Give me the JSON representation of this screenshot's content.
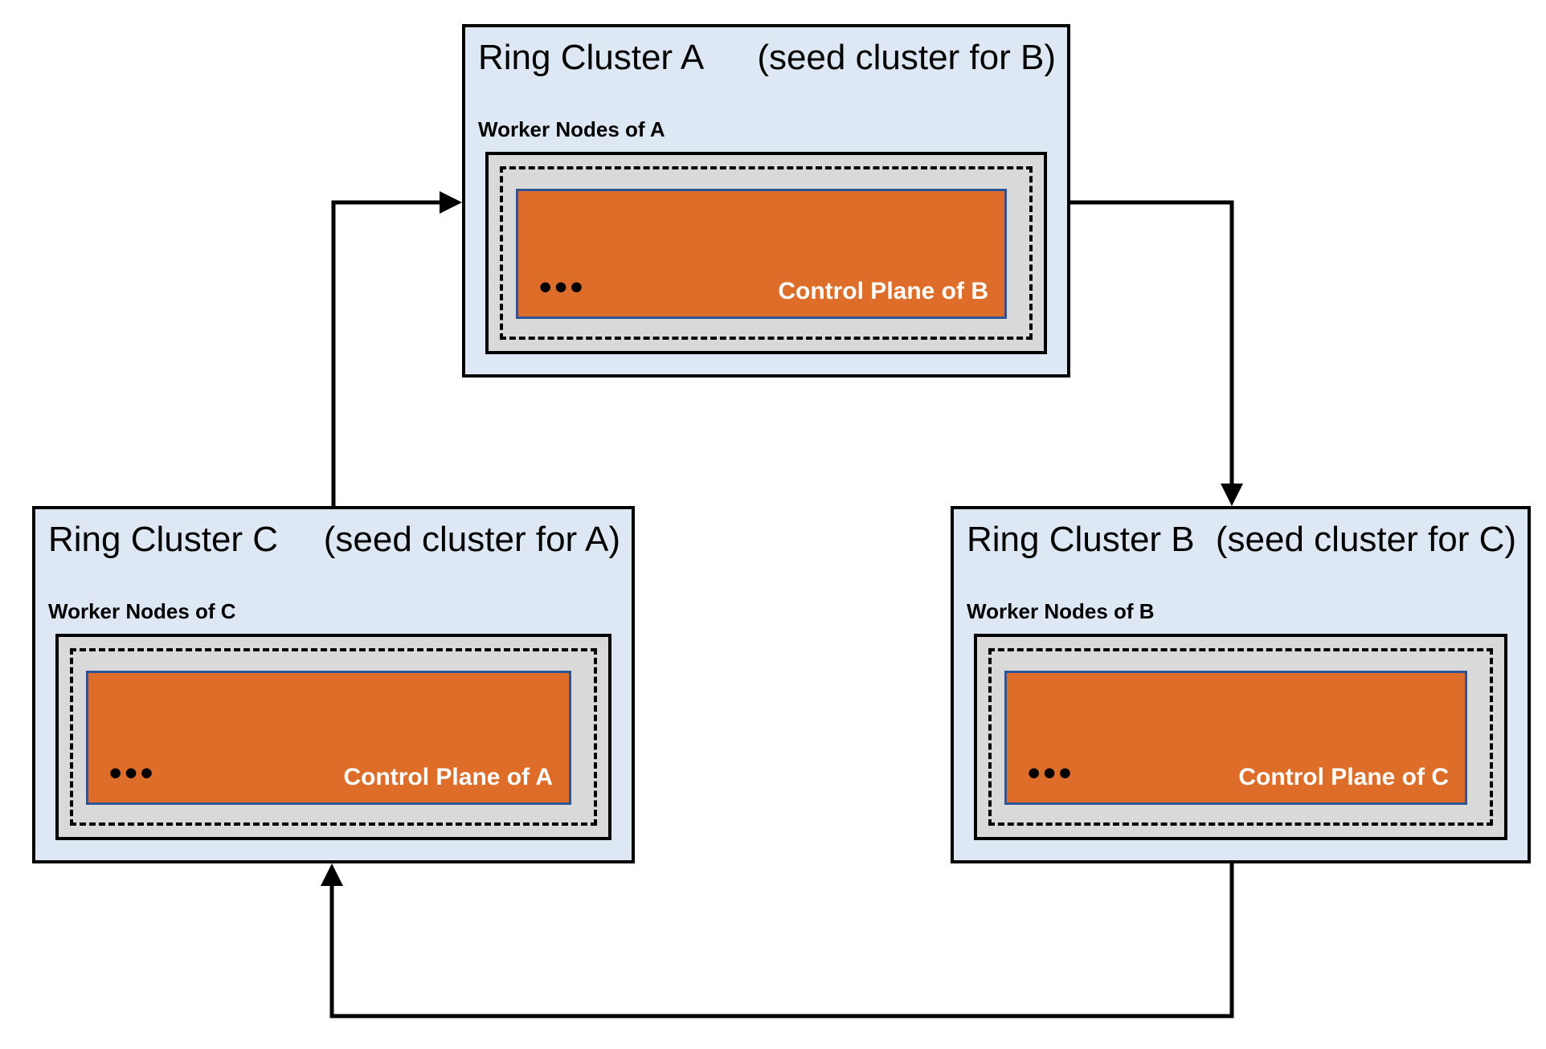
{
  "diagram": {
    "type": "ring-cluster-topology",
    "clusters": [
      {
        "id": "A",
        "title": "Ring Cluster A",
        "seed_note": "(seed cluster for B)",
        "worker_label": "Worker Nodes of A",
        "dots": "•••",
        "control_plane_label": "Control Plane of B"
      },
      {
        "id": "C",
        "title": "Ring Cluster C",
        "seed_note": "(seed cluster for A)",
        "worker_label": "Worker Nodes of C",
        "dots": "•••",
        "control_plane_label": "Control Plane of A"
      },
      {
        "id": "B",
        "title": "Ring Cluster B",
        "seed_note": "(seed cluster for C)",
        "worker_label": "Worker Nodes of B",
        "dots": "•••",
        "control_plane_label": "Control Plane of C"
      }
    ],
    "arrows": [
      {
        "from": "C",
        "to": "A"
      },
      {
        "from": "A",
        "to": "B"
      },
      {
        "from": "B",
        "to": "C"
      }
    ],
    "colors": {
      "cluster_bg": "#DDE8F4",
      "cluster_border": "#000000",
      "worker_box_bg": "#D9D9D9",
      "worker_box_border": "#000000",
      "dashed_border": "#000000",
      "control_plane_bg": "#DF6D2A",
      "control_plane_border": "#2F5496",
      "control_plane_text": "#FFFFFF",
      "arrow": "#000000",
      "title_text": "#000000"
    }
  }
}
